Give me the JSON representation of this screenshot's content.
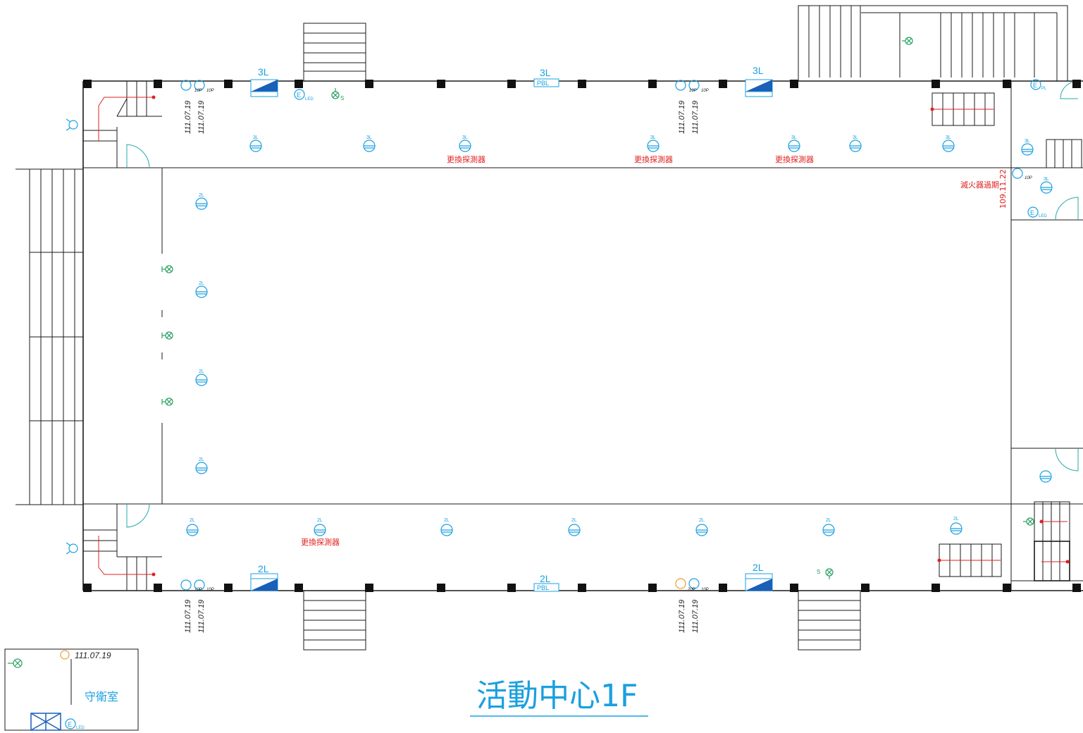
{
  "title": "活動中心1F",
  "guard_room": {
    "name": "守衛室",
    "date": "111.07.19"
  },
  "colors": {
    "blue": "#1aa0e0",
    "red": "#e02020",
    "green": "#27a060",
    "dark": "#1a1a1a",
    "panel": "#1a5fb8"
  },
  "labels": {
    "l3": "3L",
    "l2": "2L",
    "pbl": "PBL",
    "cap10": "10P",
    "cap20": "20P",
    "led": "LED",
    "pl": "PL",
    "s_code": "S",
    "s_sub": "LED",
    "replace_detector": "更換探測器",
    "replace_extinguisher": "滅火器過期",
    "extinguisher_date": "109.11.22",
    "date_a": "111.07.19",
    "date_b": "111.07.19"
  },
  "icons": [
    "emergency-light-icon",
    "exit-sign-icon",
    "fire-extinguisher-icon",
    "smoke-detector-icon",
    "alarm-panel-icon",
    "bell-icon"
  ]
}
